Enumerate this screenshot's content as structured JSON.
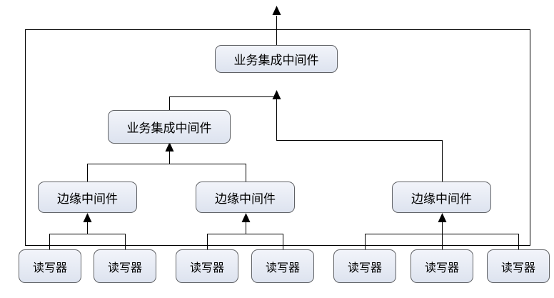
{
  "diagram": {
    "nodes": {
      "integration_top": "业务集成中间件",
      "integration_mid": "业务集成中间件",
      "edge_left": "边缘中间件",
      "edge_middle": "边缘中间件",
      "edge_right": "边缘中间件",
      "readers": [
        "读写器",
        "读写器",
        "读写器",
        "读写器",
        "读写器",
        "读写器",
        "读写器"
      ]
    },
    "colors": {
      "node_fill_top": "#f2f4fa",
      "node_fill_bottom": "#dde3ef",
      "node_border": "#606266",
      "line": "#000000"
    }
  }
}
